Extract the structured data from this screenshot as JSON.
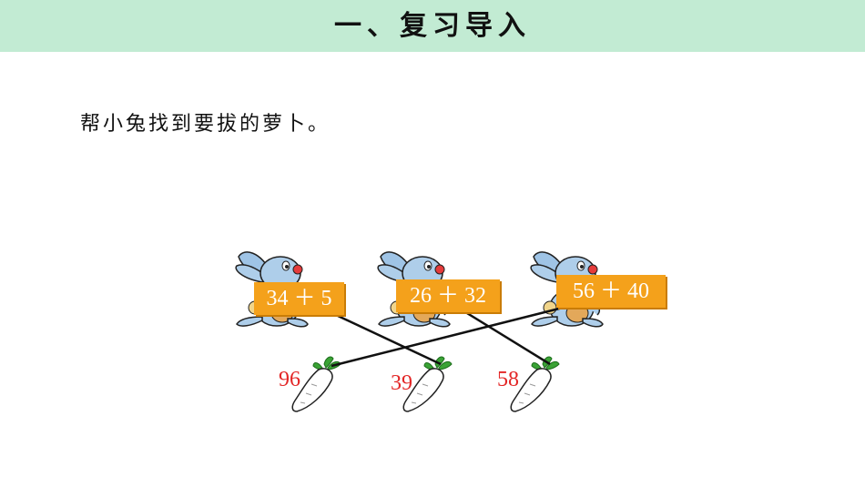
{
  "header": {
    "title": "一、复习导入"
  },
  "instruction": "帮小兔找到要拔的萝卜。",
  "rabbits": [
    {
      "equation": "34 ＋ 5"
    },
    {
      "equation": "26 ＋ 32"
    },
    {
      "equation": "56 ＋ 40"
    }
  ],
  "carrots": [
    {
      "number": "96"
    },
    {
      "number": "39"
    },
    {
      "number": "58"
    }
  ],
  "colors": {
    "header_bg": "#c2ebd3",
    "equation_box": "#f4a11b",
    "carrot_number": "#e32626",
    "rabbit_body": "#aeceea",
    "carrot_body": "#ffffff",
    "carrot_leaves": "#3aa335"
  },
  "icons": [
    "rabbit-icon",
    "carrot-icon"
  ]
}
